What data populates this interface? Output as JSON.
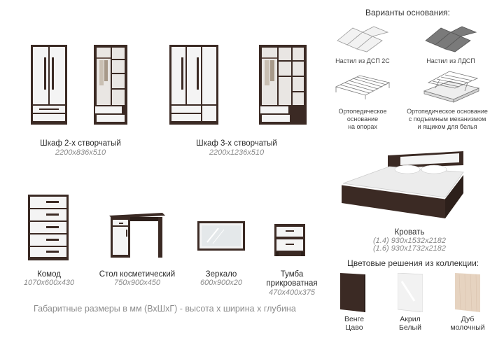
{
  "products": {
    "wardrobe2": {
      "name": "Шкаф 2-х створчатый",
      "dims": "2200x836x510"
    },
    "wardrobe3": {
      "name": "Шкаф 3-х створчатый",
      "dims": "2200x1236x510"
    },
    "dresser": {
      "name": "Комод",
      "dims": "1070x600x430"
    },
    "vanity": {
      "name": "Стол косметический",
      "dims": "750x900x450"
    },
    "mirror": {
      "name": "Зеркало",
      "dims": "600x900x20"
    },
    "nightstand": {
      "name_line1": "Тумба",
      "name_line2": "прикроватная",
      "dims": "470x400x375"
    },
    "bed": {
      "name": "Кровать",
      "dims_line1": "(1.4) 930x1532x2182",
      "dims_line2": "(1.6) 930x1732x2182"
    }
  },
  "bases": {
    "title": "Варианты основания:",
    "items": [
      {
        "lines": [
          "Настил из ДСП 2С"
        ]
      },
      {
        "lines": [
          "Настил из ЛДСП"
        ]
      },
      {
        "lines": [
          "Ортопедическое",
          "основание",
          "на опорах"
        ]
      },
      {
        "lines": [
          "Ортопедическое основание",
          "с подъемным механизмом",
          "и ящиком для белья"
        ]
      }
    ]
  },
  "colors": {
    "title": "Цветовые решения из коллекции:",
    "swatches": [
      {
        "line1": "Венге",
        "line2": "Цаво",
        "hex": "#3b2a24"
      },
      {
        "line1": "Акрил",
        "line2": "Белый",
        "hex": "#f2f2f2"
      },
      {
        "line1": "Дуб",
        "line2": "молочный",
        "hex": "#e6d3c0"
      }
    ]
  },
  "footer": {
    "note": "Габаритные размеры в мм (ВхШхГ) -  высота х ширина х глубина"
  },
  "palette": {
    "wenge": "#3b2a24",
    "white": "#f5f5f5",
    "grey": "#777777"
  }
}
